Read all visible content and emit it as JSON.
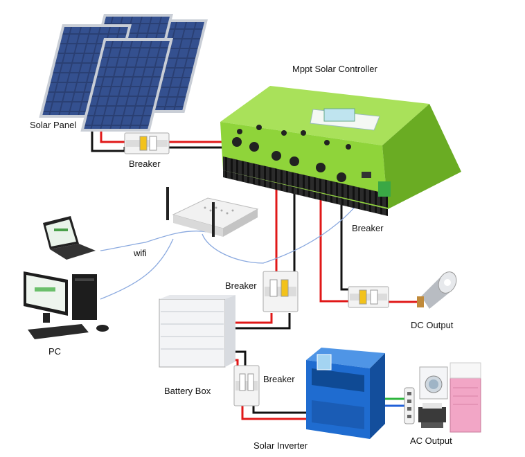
{
  "labels": {
    "controller": "Mppt Solar Controller",
    "solar_panel": "Solar Panel",
    "breaker_panel": "Breaker",
    "breaker_dc": "Breaker",
    "breaker_battery": "Breaker",
    "breaker_inverter": "Breaker",
    "wifi": "wifi",
    "pc": "PC",
    "battery_box": "Battery Box",
    "dc_output": "DC Output",
    "solar_inverter": "Solar Inverter",
    "ac_output": "AC Output"
  },
  "colors": {
    "controller": "#8fd43a",
    "controller_dark": "#5c9a1f",
    "wire_red": "#e01818",
    "wire_black": "#111111",
    "wire_blue": "#7fa3e0",
    "inverter": "#1f6cd0",
    "panel": "#2a3f73"
  },
  "icons": [
    "solar-panel-icon",
    "breaker-icon",
    "controller-icon",
    "router-icon",
    "laptop-icon",
    "desktop-pc-icon",
    "battery-box-icon",
    "inverter-icon",
    "lamp-icon",
    "washing-machine-icon",
    "air-conditioner-icon",
    "printer-icon",
    "power-strip-icon"
  ]
}
